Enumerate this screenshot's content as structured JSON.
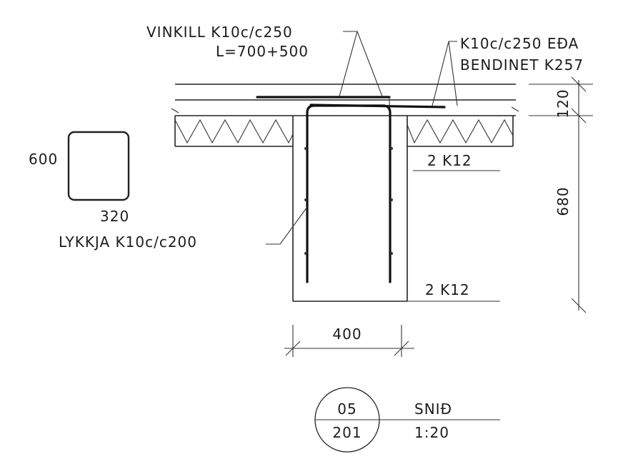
{
  "labels": {
    "vinkill_line1": "VINKILL K10c/c250",
    "vinkill_line2": "L=700+500",
    "k10_line1": "K10c/c250 EÐA",
    "k10_line2": "BENDINET K257",
    "dim_120": "120",
    "dim_680": "680",
    "dim_400": "400",
    "bar_top": "2 K12",
    "bar_bottom": "2 K12",
    "stirrup_height": "600",
    "stirrup_width": "320",
    "lykkja": "LYKKJA K10c/c200"
  },
  "title_block": {
    "detail_number": "05",
    "sheet_number": "201",
    "title": "SNIÐ",
    "scale": "1:20"
  }
}
